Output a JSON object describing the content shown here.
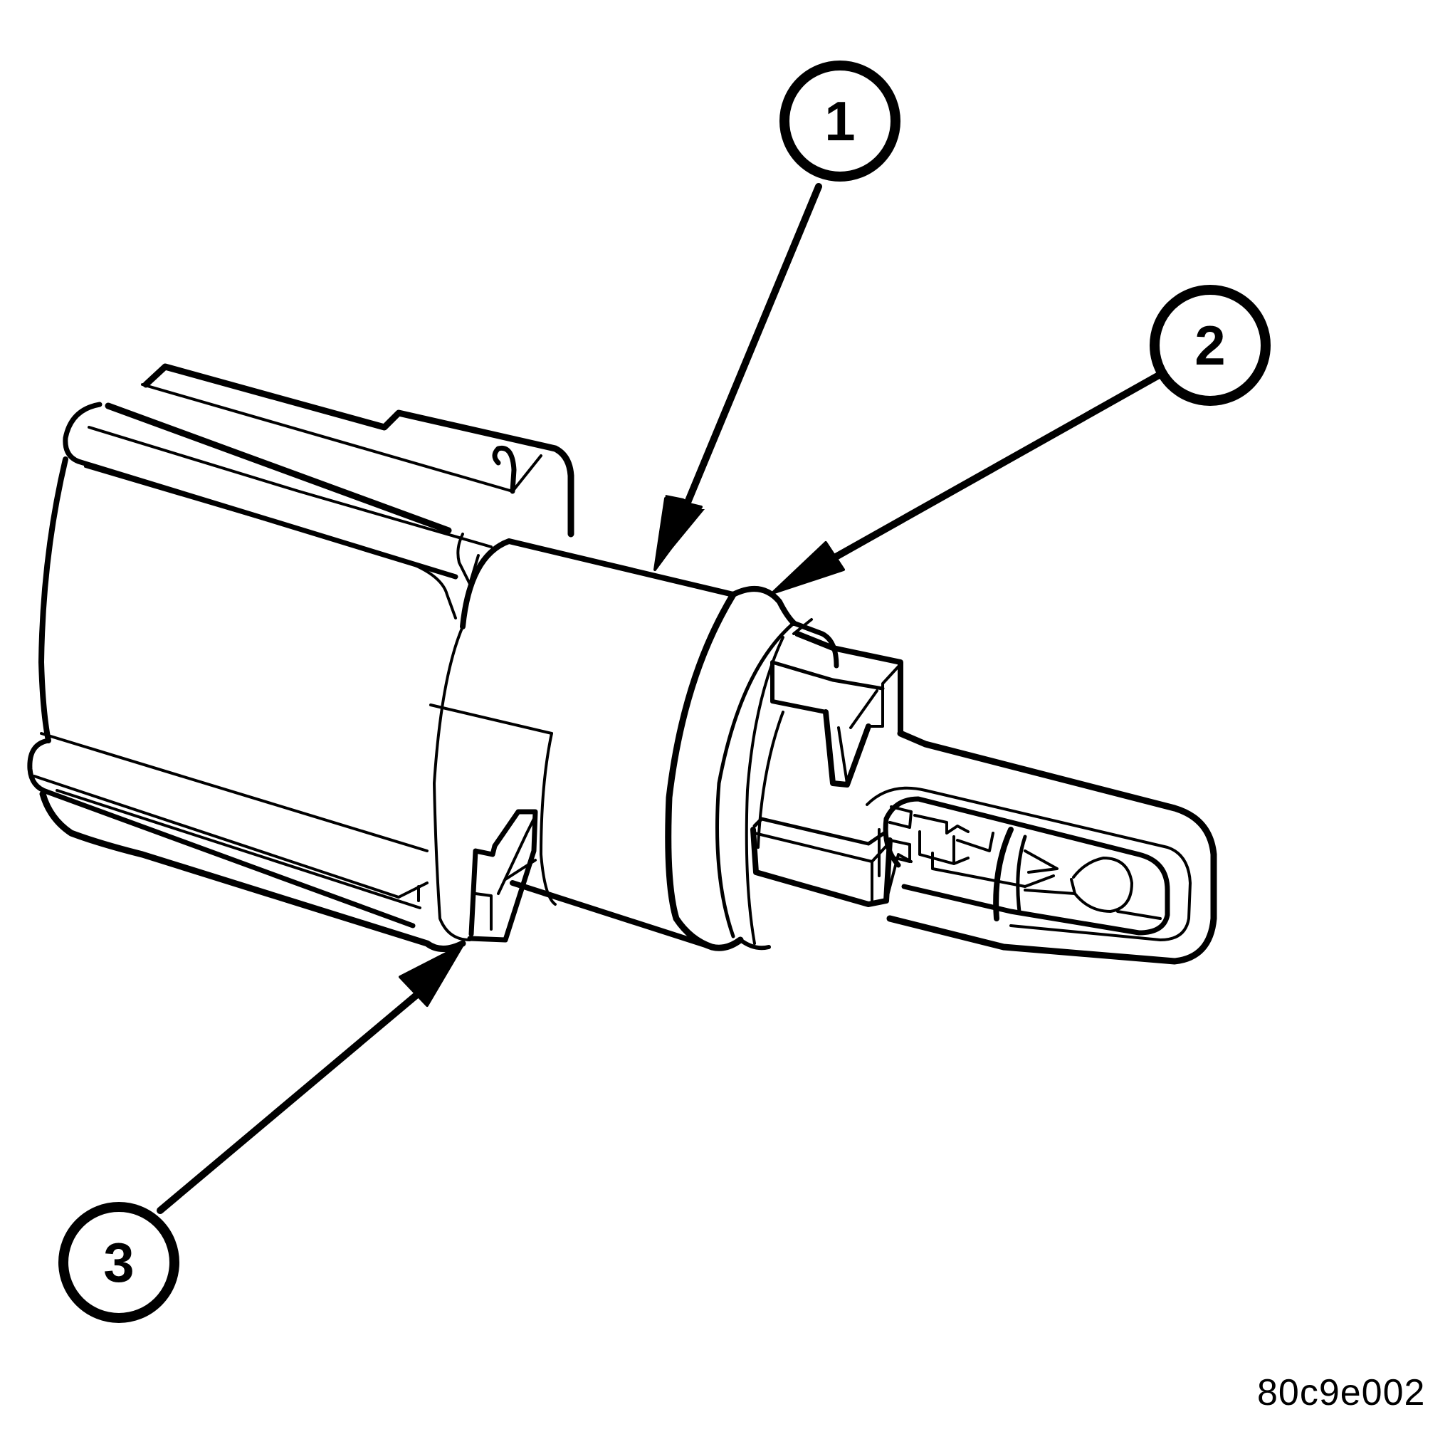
{
  "diagram": {
    "type": "technical-illustration",
    "subject": "sensor with connector body, seal and retaining tab",
    "colors": {
      "line": "#000000",
      "background": "#ffffff"
    },
    "callouts": [
      {
        "number": "1",
        "points_to": "sensor body"
      },
      {
        "number": "2",
        "points_to": "seal ring"
      },
      {
        "number": "3",
        "points_to": "retaining tab"
      }
    ],
    "figure_id": "80c9e002"
  }
}
